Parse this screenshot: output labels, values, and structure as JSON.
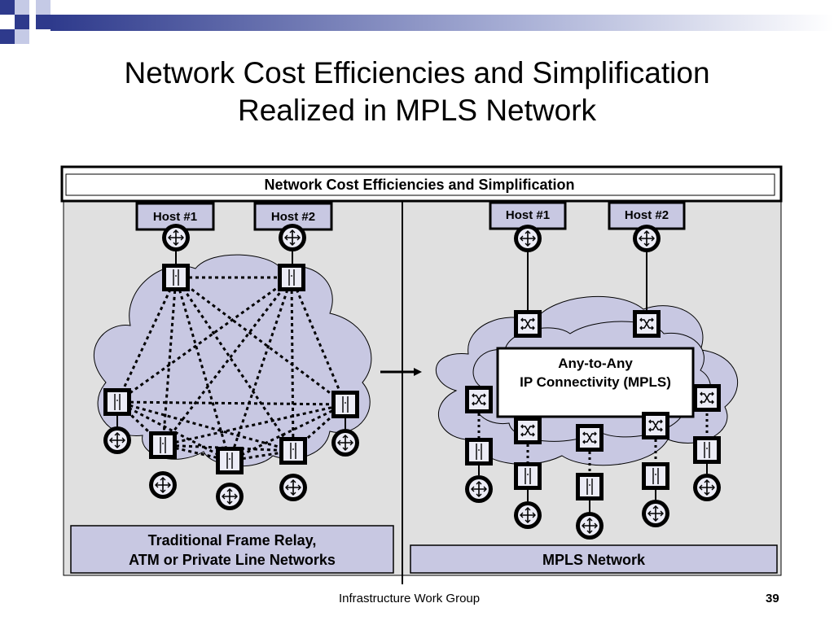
{
  "slide": {
    "title_line1": "Network Cost Efficiencies and Simplification",
    "title_line2": "Realized in MPLS Network"
  },
  "diagram": {
    "header": "Network Cost Efficiencies and Simplification",
    "left_panel": {
      "hosts": [
        "Host #1",
        "Host #2"
      ],
      "caption_line1": "Traditional Frame Relay,",
      "caption_line2": "ATM or Private Line Networks"
    },
    "right_panel": {
      "hosts": [
        "Host #1",
        "Host #2"
      ],
      "core_line1": "Any-to-Any",
      "core_line2": "IP Connectivity (MPLS)",
      "caption": "MPLS Network"
    },
    "colors": {
      "panel_bg": "#e0e0e0",
      "cloud_fill": "#c8c8e2",
      "box_fill": "#c8c8e2",
      "node_fill": "#ececf6",
      "accent": "#1f1f7a"
    }
  },
  "footer": {
    "text": "Infrastructure Work Group",
    "page": "39"
  }
}
